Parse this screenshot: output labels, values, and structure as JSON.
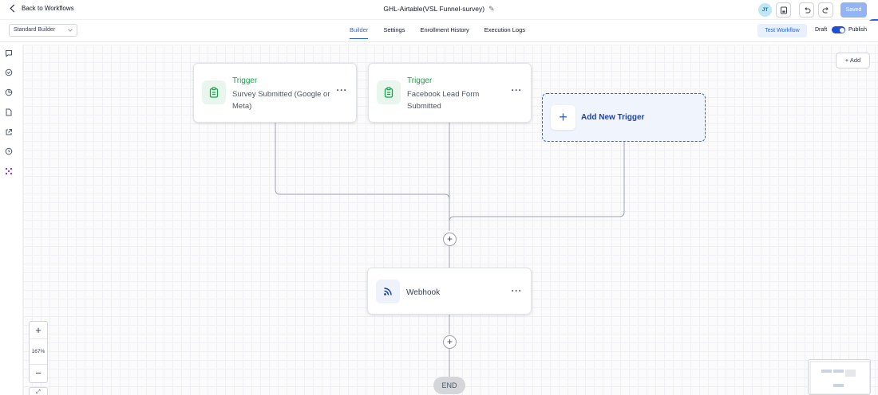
{
  "header": {
    "back_label": "Back to Workflows",
    "workflow_title": "GHL-Airtable(VSL Funnel-survey)",
    "avatar_initials": "JT",
    "saved_label": "Saved"
  },
  "subheader": {
    "builder_mode": "Standard Builder",
    "tabs": [
      {
        "label": "Builder",
        "active": true
      },
      {
        "label": "Settings",
        "active": false
      },
      {
        "label": "Enrollment History",
        "active": false
      },
      {
        "label": "Execution Logs",
        "active": false
      }
    ],
    "test_label": "Test Workflow",
    "draft_label": "Draft",
    "publish_label": "Publish",
    "publish_on": true
  },
  "sidebar": {
    "icons": [
      "message-icon",
      "check-circle-icon",
      "pie-chart-icon",
      "document-icon",
      "external-link-icon",
      "clock-icon",
      "workflow-icon"
    ]
  },
  "canvas": {
    "add_label": "Add",
    "triggers": [
      {
        "kicker": "Trigger",
        "label": "Survey Submitted (Google or Meta)"
      },
      {
        "kicker": "Trigger",
        "label": "Facebook Lead Form Submitted"
      }
    ],
    "add_trigger_label": "Add New Trigger",
    "action": {
      "label": "Webhook"
    },
    "end_label": "END",
    "zoom_level": "167%",
    "colors": {
      "accent": "#2563eb",
      "trigger_green": "#16a34a"
    }
  }
}
